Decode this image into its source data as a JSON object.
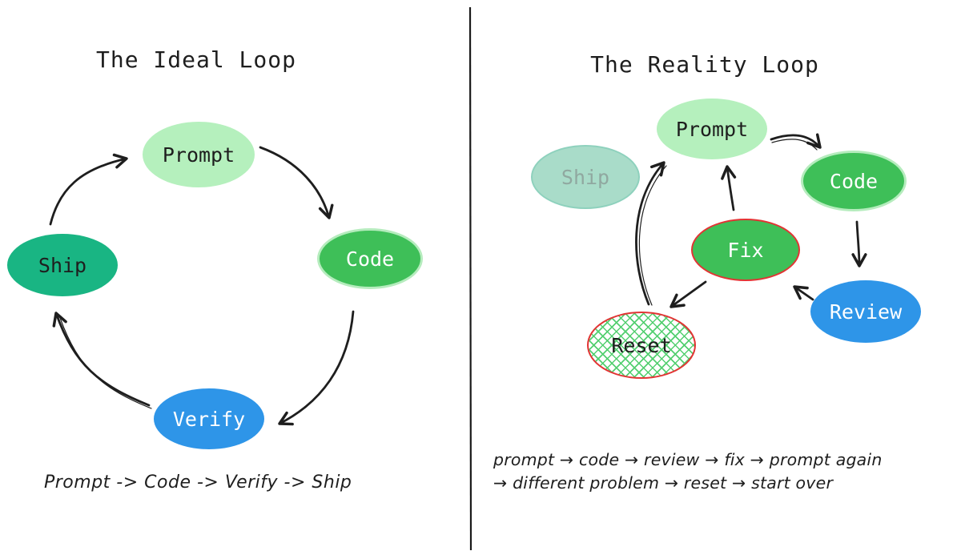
{
  "page": {
    "background": "#ffffff"
  },
  "left_panel": {
    "title": "The Ideal Loop",
    "caption": "Prompt -> Code -> Verify -> Ship",
    "nodes": {
      "prompt": {
        "label": "Prompt",
        "fill": "#b5f0bd",
        "text_color": "#1e1e1e"
      },
      "code": {
        "label": "Code",
        "fill": "#3ebf58",
        "border": "#b5ecbd",
        "text_color": "#ffffff"
      },
      "verify": {
        "label": "Verify",
        "fill": "#2e95e8",
        "text_color": "#ffffff"
      },
      "ship": {
        "label": "Ship",
        "fill": "#19b583",
        "text_color": "#1e1e1e"
      }
    },
    "edges": [
      {
        "from": "Ship",
        "to": "Prompt"
      },
      {
        "from": "Prompt",
        "to": "Code"
      },
      {
        "from": "Code",
        "to": "Verify"
      },
      {
        "from": "Verify",
        "to": "Ship"
      }
    ]
  },
  "right_panel": {
    "title": "The Reality Loop",
    "caption_line1": "prompt → code → review → fix → prompt again",
    "caption_line2": "→ different problem → reset → start over",
    "nodes": {
      "prompt": {
        "label": "Prompt",
        "fill": "#b5f0bd",
        "text_color": "#1e1e1e"
      },
      "ship": {
        "label": "Ship",
        "fill": "#a9dcc9",
        "border": "#8ed1bd",
        "text_color": "#90a8a0",
        "faded": true
      },
      "code": {
        "label": "Code",
        "fill": "#3ebf58",
        "border": "#b5ecbd",
        "text_color": "#ffffff"
      },
      "fix": {
        "label": "Fix",
        "fill": "#3ebf58",
        "border": "#e23434",
        "text_color": "#ffffff"
      },
      "review": {
        "label": "Review",
        "fill": "#2e95e8",
        "text_color": "#ffffff"
      },
      "reset": {
        "label": "Reset",
        "fill": "crosshatch",
        "hatch_color": "#53cf70",
        "border": "#e23434",
        "text_color": "#1e1e1e"
      }
    },
    "edges": [
      {
        "from": "Prompt",
        "to": "Code"
      },
      {
        "from": "Code",
        "to": "Review"
      },
      {
        "from": "Review",
        "to": "Fix"
      },
      {
        "from": "Fix",
        "to": "Prompt"
      },
      {
        "from": "Fix",
        "to": "Reset"
      },
      {
        "from": "Reset",
        "to": "Prompt"
      }
    ]
  },
  "palette": {
    "ink": "#1e1e1e",
    "light_green": "#b5f0bd",
    "green": "#3ebf58",
    "teal": "#19b583",
    "blue": "#2e95e8",
    "red_border": "#e23434",
    "hatch_green": "#53cf70",
    "faded_teal": "#a9dcc9"
  }
}
